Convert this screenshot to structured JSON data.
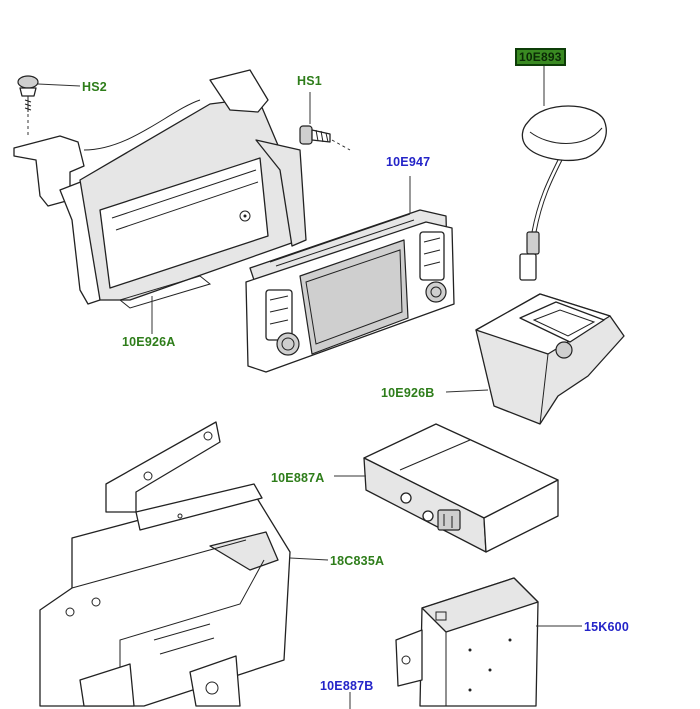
{
  "callouts": {
    "hs2": "HS2",
    "hs1": "HS1",
    "antenna": "10E893",
    "radio_unit": "10E947",
    "mount_bracket": "10E926A",
    "antenna_cover": "10E926B",
    "module_a": "10E887A",
    "support_bracket": "18C835A",
    "module_b": "10E887B",
    "control_module": "15K600"
  },
  "colors": {
    "green_label": "#2e7d1a",
    "blue_label": "#2424c8",
    "highlight_box": "#3a8a22"
  }
}
